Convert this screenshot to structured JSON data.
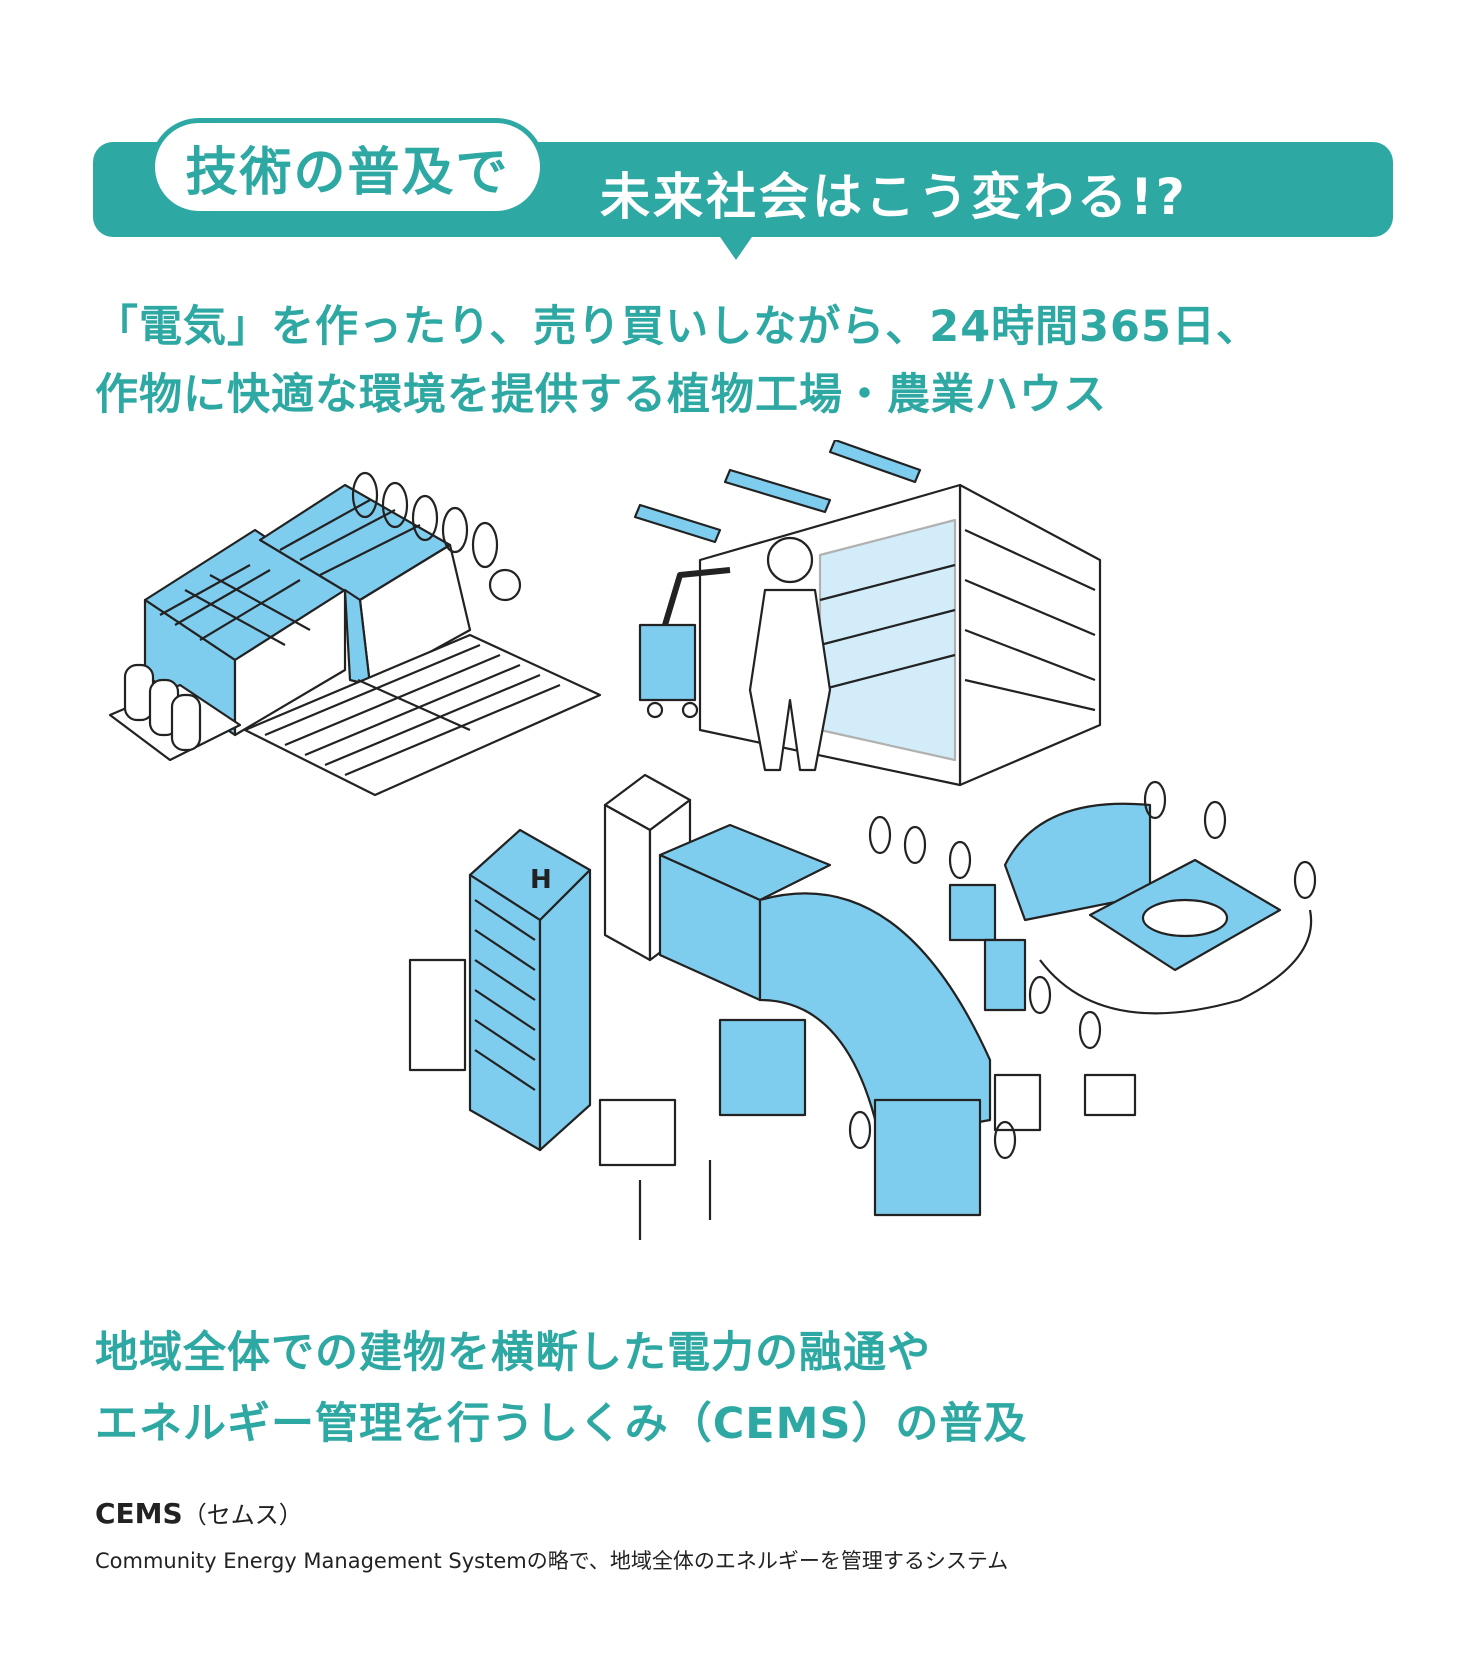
{
  "banner": {
    "pill_text": "技術の普及で",
    "title": "未来社会はこう変わる!?"
  },
  "headline_top": {
    "line1": "「電気」を作ったり、売り買いしながら、24時間365日、",
    "line2": "作物に快適な環境を提供する植物工場・農業ハウス"
  },
  "headline_bottom": {
    "line1": "地域全体での建物を横断した電力の融通や",
    "line2": "エネルギー管理を行うしくみ（CEMS）の普及"
  },
  "footnote": {
    "term": "CEMS",
    "reading": "（セムス）",
    "description": "Community Energy Management Systemの略で、地域全体のエネルギーを管理するシステム"
  },
  "illustration": {
    "heliport_mark": "H",
    "accent_color": "#2ea8a3",
    "fill_color": "#7fcdee"
  }
}
